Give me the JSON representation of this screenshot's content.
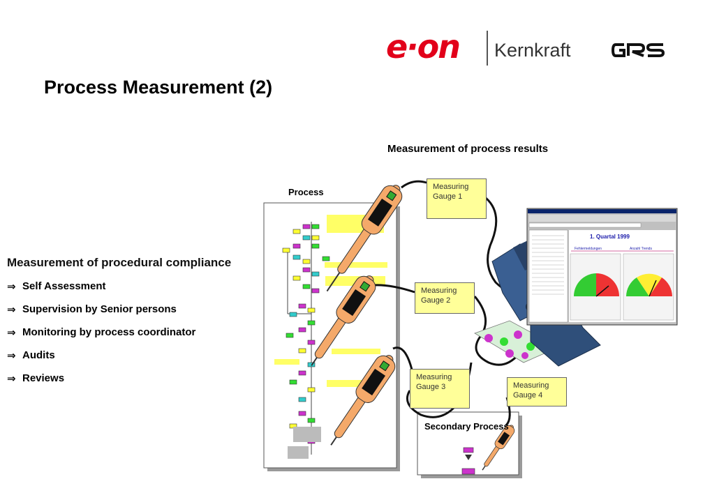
{
  "logos": {
    "eon": "e·on",
    "kernkraft": "Kernkraft",
    "grs": "GRS"
  },
  "title": "Process Measurement (2)",
  "results_heading": "Measurement of process results",
  "process_label": "Process",
  "compliance": {
    "heading": "Measurement of procedural compliance",
    "arrow_glyph": "⇒",
    "items": [
      "Self Assessment",
      "Supervision by Senior persons",
      "Monitoring by process coordinator",
      "Audits",
      "Reviews"
    ]
  },
  "gauges": [
    "Measuring Gauge 1",
    "Measuring Gauge 2",
    "Measuring Gauge 3",
    "Measuring Gauge 4"
  ],
  "secondary_process": "Secondary Process",
  "screen": {
    "title": "1. Quartal 1999",
    "label_a": "Fehlermeldungen",
    "label_b": "Anzahl Trends"
  },
  "colors": {
    "brand_red": "#e2001a",
    "gauge_fill": "#ffff99",
    "thermometer": "#f4a96a",
    "microscope": "#2f4f7a",
    "flow_green": "#33dd33",
    "flow_magenta": "#cc33cc",
    "flow_cyan": "#33cccc",
    "flow_yellow": "#ffff33"
  },
  "icons": [
    "thermometer-icon",
    "microscope-icon",
    "computer-screen-icon",
    "flowchart-icon",
    "cable-icon"
  ]
}
